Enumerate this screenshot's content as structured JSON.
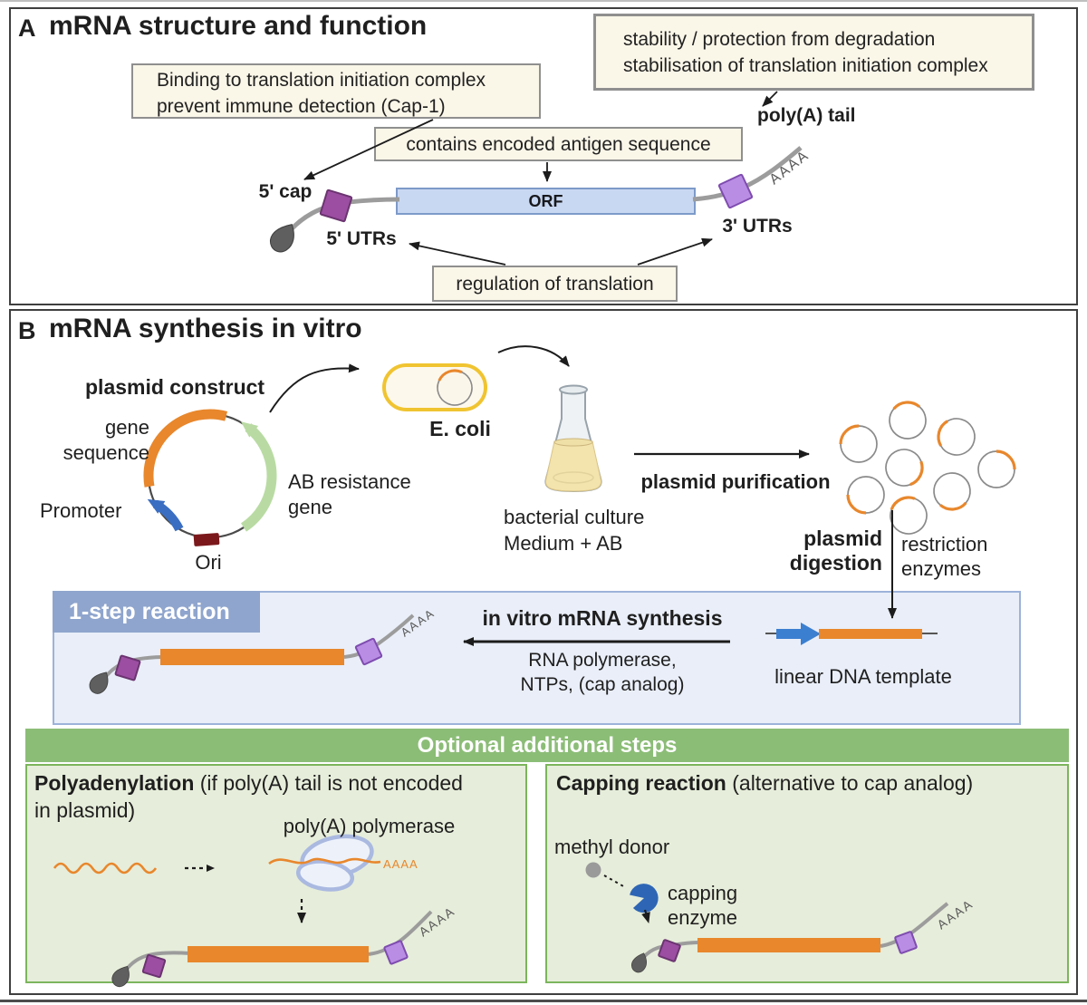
{
  "panel_a": {
    "label": "A",
    "title": "mRNA structure and function",
    "callouts": {
      "cap": {
        "line1": "Binding to translation initiation complex",
        "line2": "prevent immune detection (Cap-1)"
      },
      "tail": {
        "line1": "stability / protection from degradation",
        "line2": "stabilisation of translation initiation complex"
      },
      "orf": {
        "text": "contains encoded antigen sequence"
      },
      "utr": {
        "text": "regulation of translation"
      }
    },
    "mrna": {
      "cap_label": "5' cap",
      "five_utr_label": "5' UTRs",
      "orf_label": "ORF",
      "three_utr_label": "3' UTRs",
      "polya_label": "poly(A) tail",
      "tail_seq": "AAAA"
    }
  },
  "panel_b": {
    "label": "B",
    "title": "mRNA synthesis in vitro",
    "plasmid": {
      "title": "plasmid construct",
      "gene_sequence": "gene sequence",
      "promoter": "Promoter",
      "ori": "Ori",
      "ab_resistance": "AB resistance gene"
    },
    "culture": {
      "e_coli": "E. coli",
      "line1": "bacterial culture",
      "line2": "Medium + AB"
    },
    "purification": {
      "label": "plasmid purification"
    },
    "digestion": {
      "step_label": "plasmid digestion",
      "reagent_label": "restriction enzymes"
    },
    "reaction": {
      "header": "1-step reaction",
      "title": "in vitro mRNA synthesis",
      "reagents_line1": "RNA polymerase,",
      "reagents_line2": "NTPs, (cap analog)",
      "template_label": "linear DNA template",
      "tail_seq": "AAAA"
    },
    "optional": {
      "header": "Optional additional steps",
      "polya": {
        "title_bold": "Polyadenylation",
        "title_rest": " (if poly(A) tail is not encoded in plasmid)",
        "enzyme_label": "poly(A) polymerase",
        "tail_seq_orange": "AAAA",
        "tail_seq": "AAAA"
      },
      "capping": {
        "title_bold": "Capping reaction",
        "title_rest": " (alternative to cap analog)",
        "donor_label": "methyl donor",
        "enzyme_label": "capping enzyme",
        "tail_seq": "AAAA"
      }
    }
  },
  "colors": {
    "orange": "#E8872C",
    "utr5_purple": "#9C4EA2",
    "utr3_purple": "#BA8DE4",
    "orf_fill": "#C9D8F2",
    "callout_bg": "#FAF6E8",
    "reaction_box_bg": "#E9EEF8",
    "reaction_tab_blue": "#8FA5CD",
    "green_header": "#8CBD77",
    "green_box_bg": "#E6EDDA",
    "ecoli_yellow": "#F0C431",
    "promoter_blue": "#3A6EC2",
    "ab_gene_green": "#B9DBA3",
    "ori_red": "#7B181B",
    "capping_enzyme_blue": "#2E66B5",
    "strand_gray": "#9C9C9C"
  }
}
